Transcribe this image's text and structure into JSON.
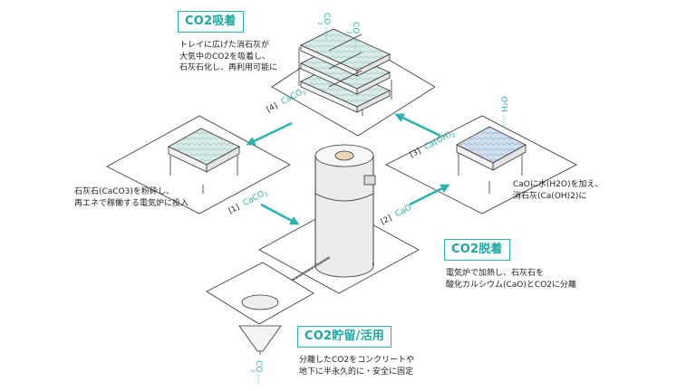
{
  "labels": {
    "absorption": "CO2吸着",
    "desorption": "CO2脱着",
    "storage": "CO2貯留/活用"
  },
  "descriptions": {
    "absorption": [
      "トレイに広げた消石灰が",
      "大気中のCO2を吸着し、",
      "石灰石化し、再利用可能に"
    ],
    "crush": [
      "石灰石(CaCO3)を粉砕し、",
      "再エネで稼働する電気炉に投入"
    ],
    "hydrate": [
      "CaOに水(H2O)を加え、",
      "消石灰(Ca(OH)2)に"
    ],
    "desorption": [
      "電気炉で加熱し、石灰石を",
      "酸化カルシウム(CaO)とCO2に分離"
    ],
    "storage": [
      "分離したCO2をコンクリートや",
      "地下に半永久的に・安全に固定"
    ]
  },
  "steps": {
    "s1": {
      "num": "[1]",
      "chem": "CaCO",
      "sub": "3"
    },
    "s2": {
      "num": "[2]",
      "chem": "CaO"
    },
    "s3": {
      "num": "[3]",
      "chem": "Ca(OH)",
      "sub": "2"
    },
    "s4": {
      "num": "[4]",
      "chem": "CaCO",
      "sub": "3"
    }
  },
  "molecules": {
    "co2_base": "CO",
    "co2_sub": "2",
    "h2o": "H",
    "h2o_sub": "2",
    "h2o_tail": "O"
  },
  "colors": {
    "accent": "#2bb3ad",
    "text": "#222222",
    "line": "#333333"
  }
}
